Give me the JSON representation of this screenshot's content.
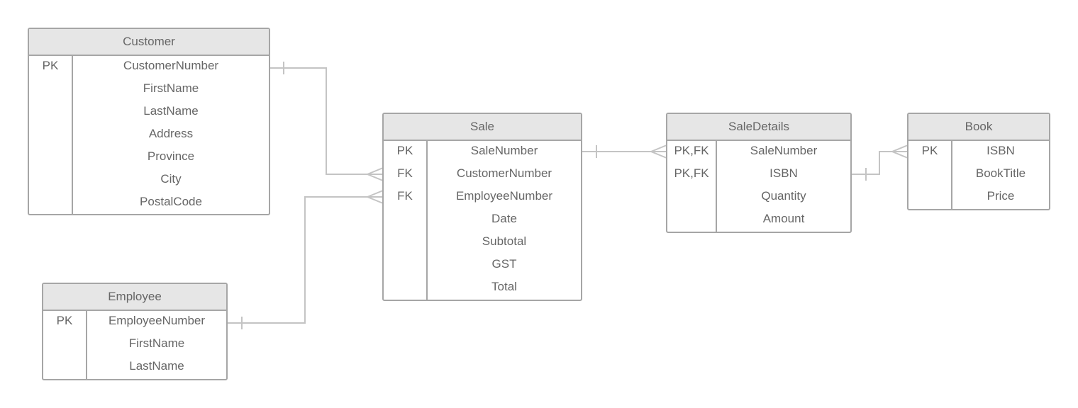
{
  "entities": {
    "customer": {
      "title": "Customer",
      "rows": [
        {
          "key": "PK",
          "name": "CustomerNumber"
        },
        {
          "key": "",
          "name": "FirstName"
        },
        {
          "key": "",
          "name": "LastName"
        },
        {
          "key": "",
          "name": "Address"
        },
        {
          "key": "",
          "name": "Province"
        },
        {
          "key": "",
          "name": "City"
        },
        {
          "key": "",
          "name": "PostalCode"
        }
      ]
    },
    "employee": {
      "title": "Employee",
      "rows": [
        {
          "key": "PK",
          "name": "EmployeeNumber"
        },
        {
          "key": "",
          "name": "FirstName"
        },
        {
          "key": "",
          "name": "LastName"
        }
      ]
    },
    "sale": {
      "title": "Sale",
      "rows": [
        {
          "key": "PK",
          "name": "SaleNumber"
        },
        {
          "key": "FK",
          "name": "CustomerNumber"
        },
        {
          "key": "FK",
          "name": "EmployeeNumber"
        },
        {
          "key": "",
          "name": "Date"
        },
        {
          "key": "",
          "name": "Subtotal"
        },
        {
          "key": "",
          "name": "GST"
        },
        {
          "key": "",
          "name": "Total"
        }
      ]
    },
    "saledetails": {
      "title": "SaleDetails",
      "rows": [
        {
          "key": "PK,FK",
          "name": "SaleNumber"
        },
        {
          "key": "PK,FK",
          "name": "ISBN"
        },
        {
          "key": "",
          "name": "Quantity"
        },
        {
          "key": "",
          "name": "Amount"
        }
      ]
    },
    "book": {
      "title": "Book",
      "rows": [
        {
          "key": "PK",
          "name": "ISBN"
        },
        {
          "key": "",
          "name": "BookTitle"
        },
        {
          "key": "",
          "name": "Price"
        }
      ]
    }
  },
  "relationships": [
    {
      "from": "customer",
      "to": "sale",
      "from_cardinality": "one",
      "to_cardinality": "many"
    },
    {
      "from": "employee",
      "to": "sale",
      "from_cardinality": "one",
      "to_cardinality": "many"
    },
    {
      "from": "sale",
      "to": "saledetails",
      "from_cardinality": "one",
      "to_cardinality": "many"
    },
    {
      "from": "book",
      "to": "saledetails",
      "from_cardinality": "many",
      "to_cardinality": "one"
    }
  ],
  "colors": {
    "border": "#a6a6a6",
    "header": "#e6e6e6",
    "text": "#666666",
    "connector": "#c4c4c4"
  }
}
